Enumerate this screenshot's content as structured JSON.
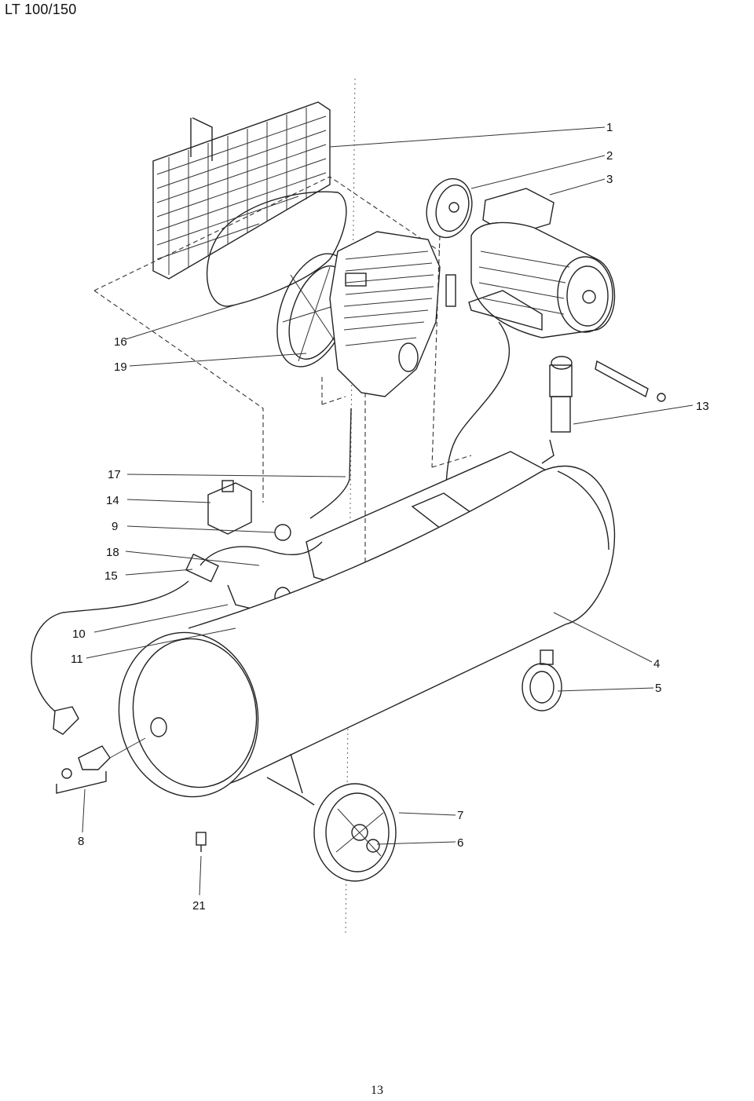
{
  "header": {
    "title": "LT 100/150"
  },
  "footer": {
    "page_number": "13"
  },
  "callouts": [
    "1",
    "2",
    "3",
    "4",
    "5",
    "6",
    "7",
    "8",
    "9",
    "10",
    "11",
    "13",
    "14",
    "15",
    "16",
    "17",
    "18",
    "19",
    "21"
  ]
}
